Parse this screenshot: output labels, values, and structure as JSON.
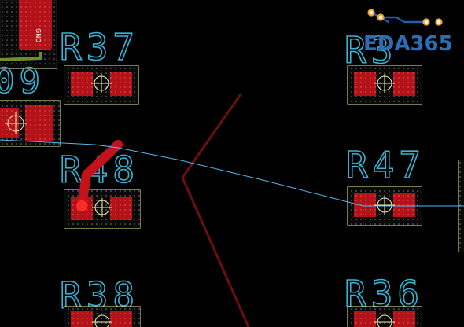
{
  "app": {
    "watermark": "EDA365"
  },
  "references": {
    "r37": "R37",
    "r48": "R48",
    "r47": "R47",
    "r38": "R38",
    "r36": "R36",
    "r09_partial": "09",
    "r35_partial": "R3"
  },
  "colors": {
    "background": "#000000",
    "silkscreen": "#36b4d6",
    "pad": "#b21318",
    "outline": "#c7c98d",
    "ratsnest": "#54b8f0",
    "board_edge": "#6b0f0f",
    "logo_blue": "#2e6db6",
    "logo_orange": "#f1a62b"
  },
  "icons": {
    "pin1": "pin-marker-icon",
    "center": "origin-crosshair-icon"
  }
}
